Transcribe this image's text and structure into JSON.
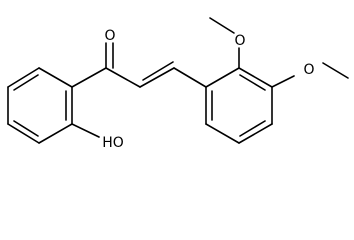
{
  "molecule": {
    "atoms": {
      "ketone_oxygen": "O",
      "hydroxyl": "HO",
      "methoxy_upper_oxygen": "O",
      "methoxy_right_oxygen": "O"
    }
  }
}
